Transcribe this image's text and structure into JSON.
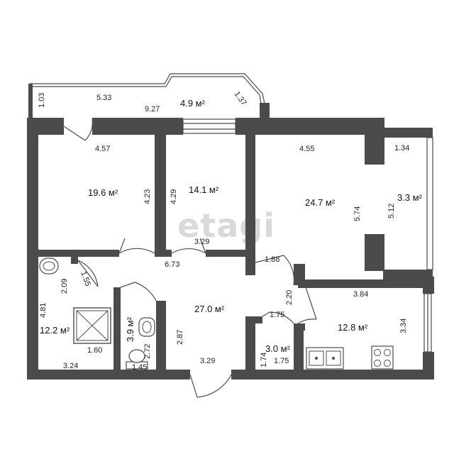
{
  "watermark": "etagi",
  "rooms": [
    {
      "id": "balcony",
      "area": "4.9 м²"
    },
    {
      "id": "bedroom-1",
      "area": "19.6 м²"
    },
    {
      "id": "bedroom-2",
      "area": "14.1 м²"
    },
    {
      "id": "living-room",
      "area": "24.7 м²"
    },
    {
      "id": "loggia",
      "area": "3.3 м²"
    },
    {
      "id": "hall",
      "area": "27.0 м²"
    },
    {
      "id": "bathroom",
      "area": "12.2 м²"
    },
    {
      "id": "toilet",
      "area": "3.9 м²"
    },
    {
      "id": "storage",
      "area": "3.0 м²"
    },
    {
      "id": "kitchen",
      "area": "12.8 м²"
    }
  ],
  "dimensions": {
    "balcony_left": "1.03",
    "balcony_top": "5.33",
    "balcony_bottom": "9.27",
    "balcony_right": "1.37",
    "bedroom1_top": "4.57",
    "bedroom1_right": "4.23",
    "bedroom2_left": "4.29",
    "bedroom2_bottom": "3.29",
    "living_top": "4.55",
    "living_right": "5.74",
    "loggia_top": "1.34",
    "loggia_left": "5.12",
    "hall_top": "6.73",
    "hall_door": "1.88",
    "hall_right": "2.20",
    "hall_left": "2.87",
    "hall_bottom": "3.29",
    "bath_top": "2.09",
    "bath_door": "1.55",
    "bath_left": "4.81",
    "bath_bottom": "3.24",
    "shower_bottom": "1.60",
    "toilet_right": "2.72",
    "toilet_bottom": "1.45",
    "storage_top": "1.75",
    "storage_left": "1.74",
    "storage_bottom": "1.75",
    "kitchen_top": "3.84",
    "kitchen_right": "3.34"
  }
}
